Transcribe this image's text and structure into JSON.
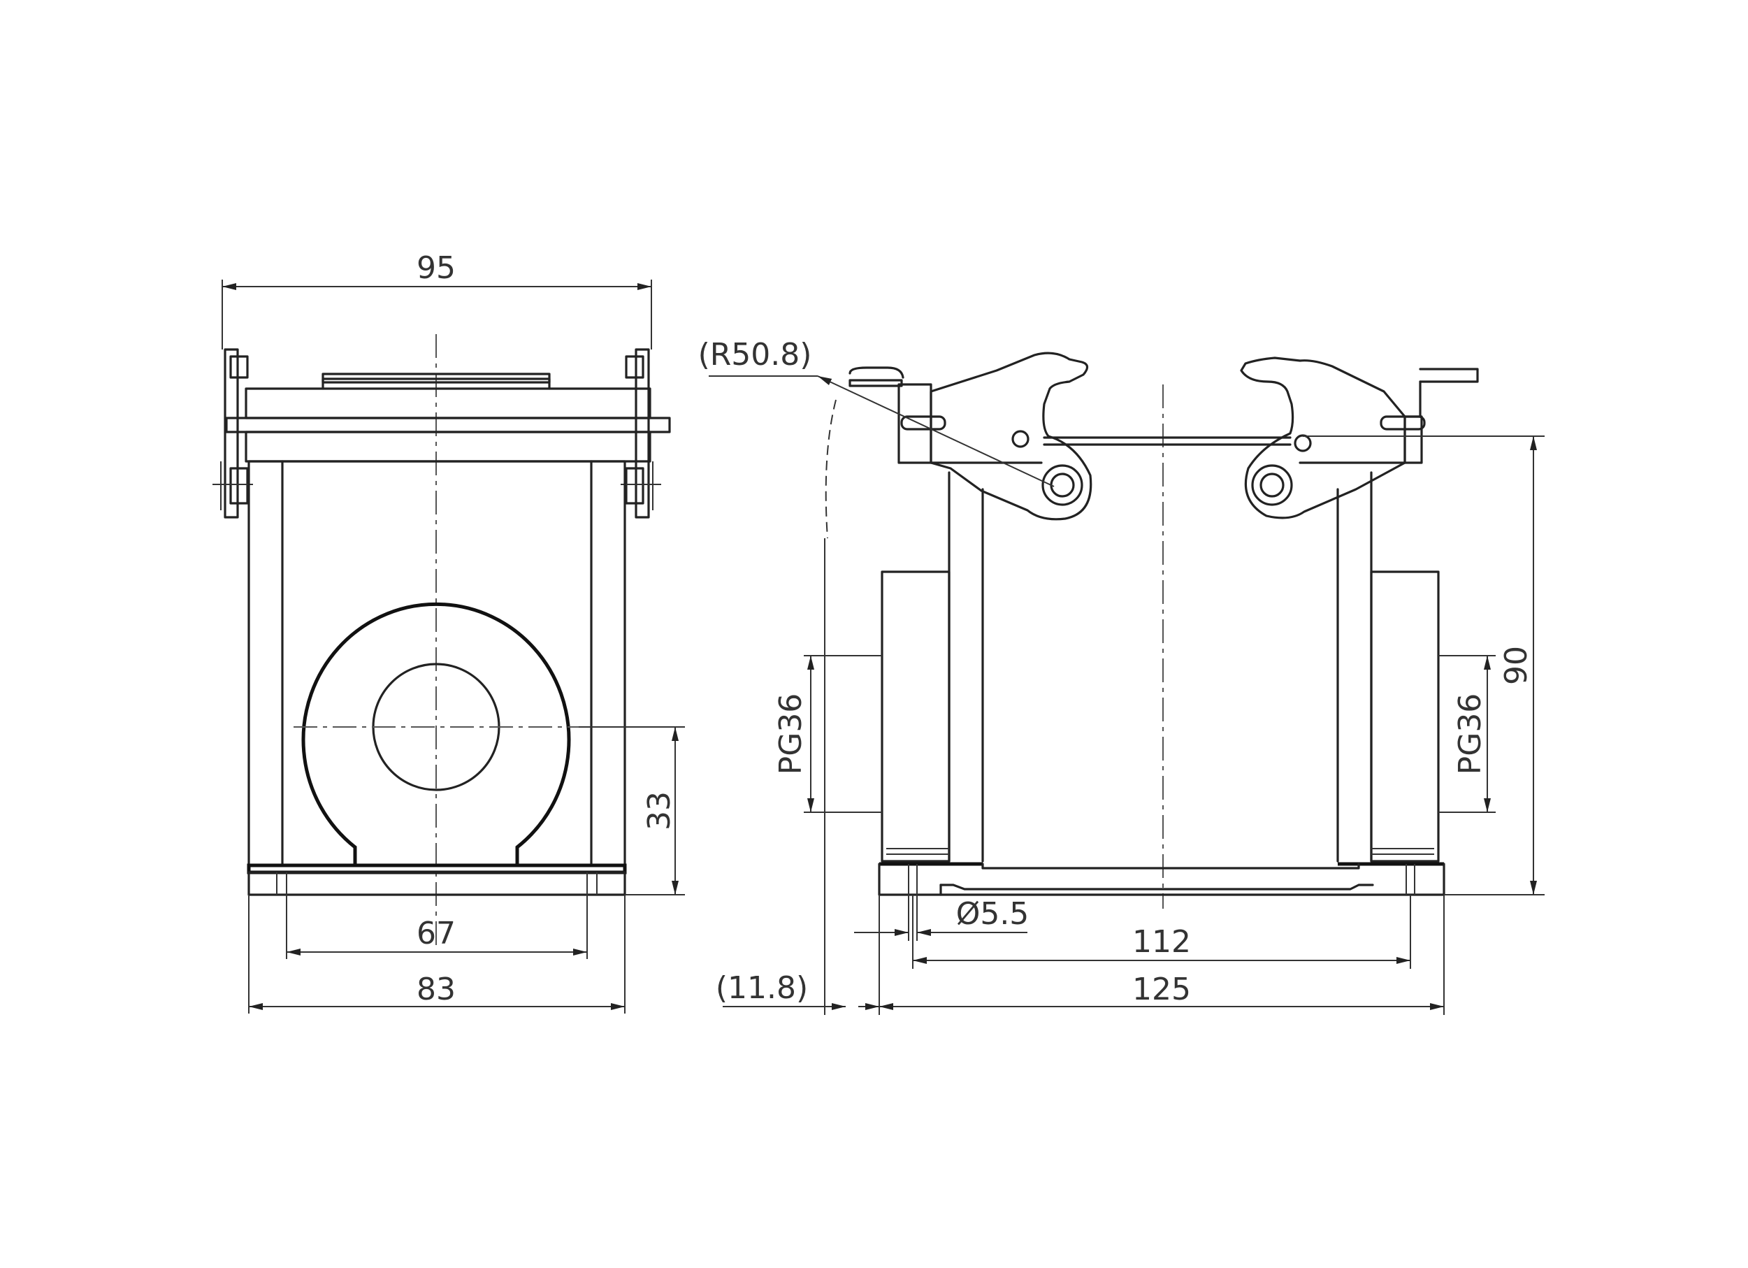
{
  "dimensions": {
    "front_width_top": "95",
    "front_base_width": "83",
    "front_hole_spacing": "67",
    "front_entry_height": "33",
    "side_radius": "(R50.8)",
    "side_thread_left": "PG36",
    "side_thread_right": "PG36",
    "side_height": "90",
    "side_hole_diameter": "Ø5.5",
    "side_hole_spacing": "112",
    "side_overall_length": "125",
    "side_offset": "(11.8)"
  },
  "colors": {
    "line": "#222222",
    "background": "#ffffff"
  }
}
